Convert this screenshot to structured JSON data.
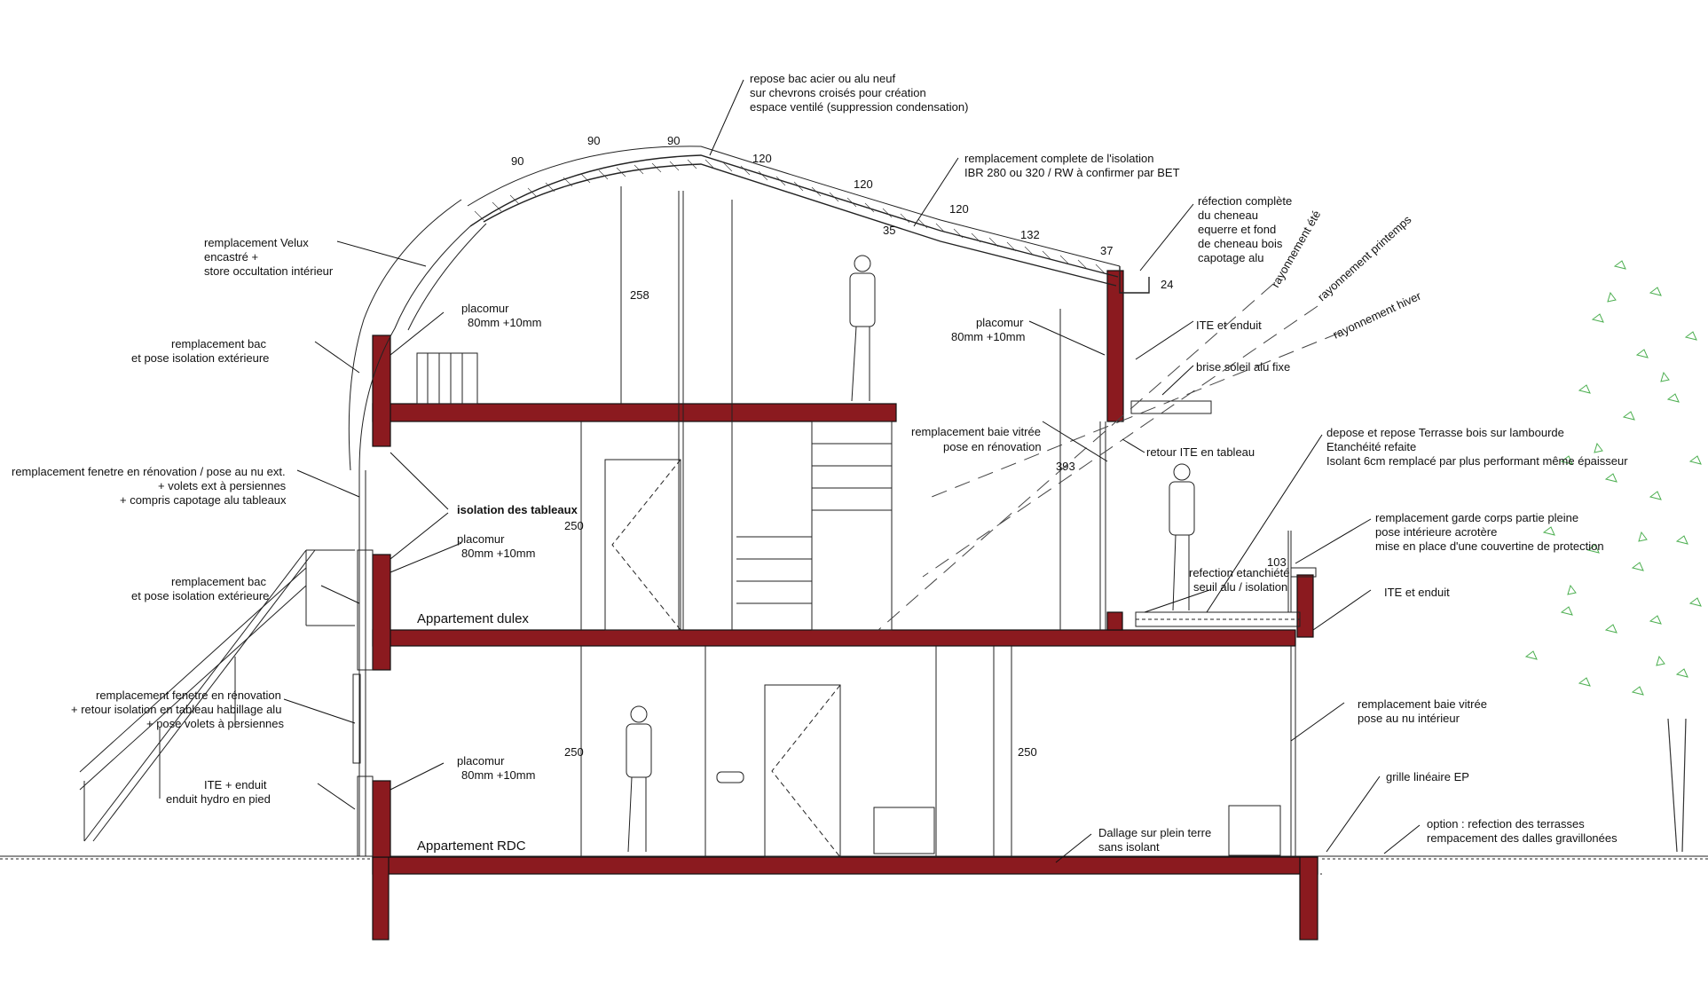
{
  "rooms": {
    "upper": "Appartement dulex",
    "ground": "Appartement RDC"
  },
  "dimensions": {
    "roof_segments": [
      "90",
      "90",
      "90",
      "120",
      "120",
      "120",
      "132",
      "37"
    ],
    "dim_35": "35",
    "dim_24": "24",
    "h_258": "258",
    "h_250_upper": "250",
    "h_250_ground_left": "250",
    "h_250_ground_right": "250",
    "h_393": "393",
    "h_103": "103"
  },
  "annotations": {
    "roof_bac": [
      "repose bac acier ou alu neuf",
      "sur chevrons croisés pour création",
      "espace ventilé (suppression condensation)"
    ],
    "roof_insulation": [
      "remplacement complete de l'isolation",
      "IBR 280 ou 320 / RW à confirmer par BET"
    ],
    "cheneau": [
      "réfection complète",
      "du cheneau",
      "equerre et fond",
      "de cheneau bois",
      "capotage alu"
    ],
    "velux": [
      "remplacement Velux",
      "encastré +",
      "store occultation intérieur"
    ],
    "bac_top_left": [
      "remplacement  bac",
      "et pose isolation extérieure"
    ],
    "placomur_1": [
      "placomur",
      "80mm +10mm"
    ],
    "placomur_right": [
      "placomur",
      "80mm +10mm"
    ],
    "ite_right_top": "ITE et enduit",
    "brise_soleil": "brise soleil alu fixe",
    "baie_upper": [
      "remplacement baie vitrée",
      "pose en rénovation"
    ],
    "retour_ite": "retour ITE en tableau",
    "terrasse": [
      "depose et repose Terrasse bois sur lambourde",
      "Etanchéité refaite",
      "Isolant 6cm remplacé par plus performant même épaisseur"
    ],
    "fenetre_upper": [
      "remplacement fenetre en rénovation / pose au nu ext.",
      "+ volets ext à persiennes",
      "+ compris capotage alu tableaux"
    ],
    "isolation_tableaux": "isolation des tableaux",
    "placomur_2": [
      "placomur",
      "80mm +10mm"
    ],
    "bac_mid_left": [
      "remplacement  bac",
      "et pose isolation extérieure"
    ],
    "garde_corps": [
      "remplacement garde corps partie pleine",
      "pose intérieure acrotère",
      "mise en place d'une couvertine de protection"
    ],
    "etancheite_seuil": [
      "refection etanchiété",
      "seuil alu / isolation"
    ],
    "ite_right_mid": "ITE et enduit",
    "fenetre_ground": [
      "remplacement fenetre en rénovation",
      "+ retour isolation en tableau habillage alu",
      "+ pose volets à persiennes"
    ],
    "baie_ground": [
      "remplacement baie vitrée",
      "pose au nu intérieur"
    ],
    "placomur_3": [
      "placomur",
      "80mm +10mm"
    ],
    "ite_ground": [
      "ITE  + enduit",
      "enduit hydro en pied"
    ],
    "grille": "grille linéaire EP",
    "dallage": [
      "Dallage sur plein terre",
      "sans isolant"
    ],
    "option_terrasses": [
      "option : refection des terrasses",
      "rempacement des dalles gravillonées"
    ]
  },
  "sun_rays": {
    "summer": "rayonnement été",
    "spring": "rayonnement printemps",
    "winter": "rayonnement hiver"
  },
  "colors": {
    "wall": "#8b1a1f",
    "tree": "#4caf50",
    "ink": "#111111"
  }
}
